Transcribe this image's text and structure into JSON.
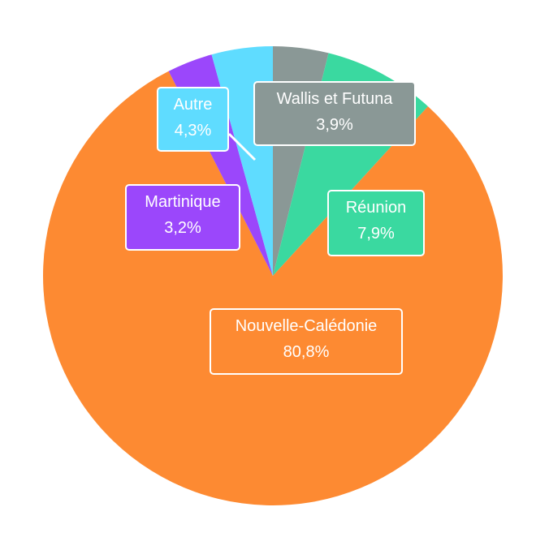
{
  "chart_data": {
    "type": "pie",
    "title": "",
    "slices": [
      {
        "label": "Wallis et Futuna",
        "value": 3.9,
        "value_label": "3,9%",
        "color": "#8a9896"
      },
      {
        "label": "Réunion",
        "value": 7.9,
        "value_label": "7,9%",
        "color": "#3ad9a0"
      },
      {
        "label": "Nouvelle-Calédonie",
        "value": 80.8,
        "value_label": "80,8%",
        "color": "#fd8a32"
      },
      {
        "label": "Martinique",
        "value": 3.2,
        "value_label": "3,2%",
        "color": "#9b47fb"
      },
      {
        "label": "Autre",
        "value": 4.3,
        "value_label": "4,3%",
        "color": "#5fdcff"
      }
    ],
    "start_angle": "top",
    "direction": "clockwise"
  }
}
